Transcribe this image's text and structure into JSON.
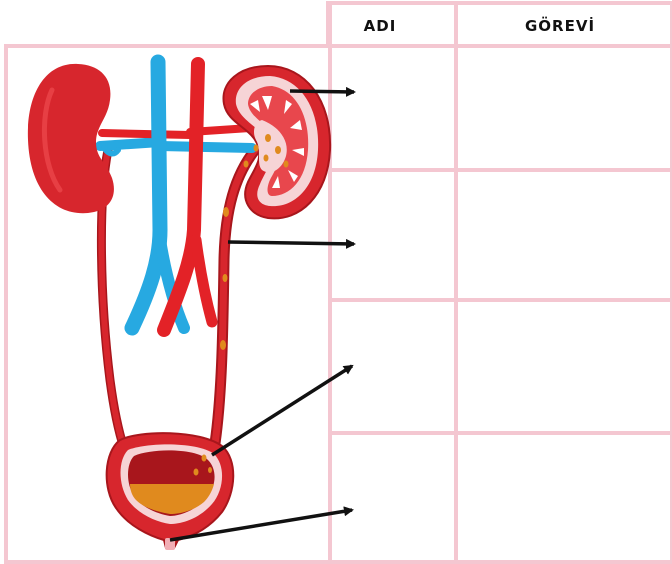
{
  "table": {
    "headers": {
      "name": "ADI",
      "function": "GÖREVİ"
    },
    "rows": [
      {
        "name": "",
        "function": ""
      },
      {
        "name": "",
        "function": ""
      },
      {
        "name": "",
        "function": ""
      },
      {
        "name": "",
        "function": ""
      }
    ]
  },
  "colors": {
    "grid": "#f4c7d1",
    "kidney": "#d7262d",
    "kidney_dark": "#a8161c",
    "vein": "#27a9e1",
    "artery": "#e32227",
    "urine": "#e08a1e",
    "arrow": "#111111"
  },
  "diagram": {
    "organs": [
      "left-kidney",
      "right-kidney-cross-section",
      "ureter",
      "urinary-bladder",
      "urethra",
      "aorta",
      "vena-cava"
    ],
    "arrows_to_rows": 4
  }
}
